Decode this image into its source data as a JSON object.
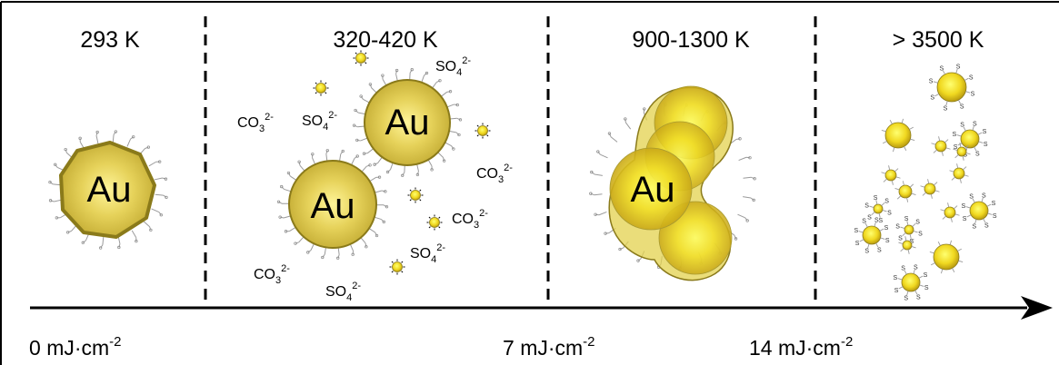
{
  "stages": [
    {
      "temperature": "293 K"
    },
    {
      "temperature": "320-420 K"
    },
    {
      "temperature": "900-1300 K"
    },
    {
      "temperature": "> 3500 K"
    }
  ],
  "particle_label": "Au",
  "ions": {
    "co3": {
      "base": "CO",
      "sub": "3",
      "sup": "2-"
    },
    "so4": {
      "base": "SO",
      "sub": "4",
      "sup": "2-"
    }
  },
  "sulfur_label": "S",
  "fluence_axis": {
    "unit_base": "mJ·cm",
    "unit_exp": "-2",
    "ticks": [
      {
        "value": "0"
      },
      {
        "value": "7"
      },
      {
        "value": "14"
      }
    ]
  },
  "colors": {
    "gold_fill": "#e0c93a",
    "gold_stroke": "#8a7a1a",
    "ligand": "#9a9a9a",
    "axis": "#000000"
  }
}
